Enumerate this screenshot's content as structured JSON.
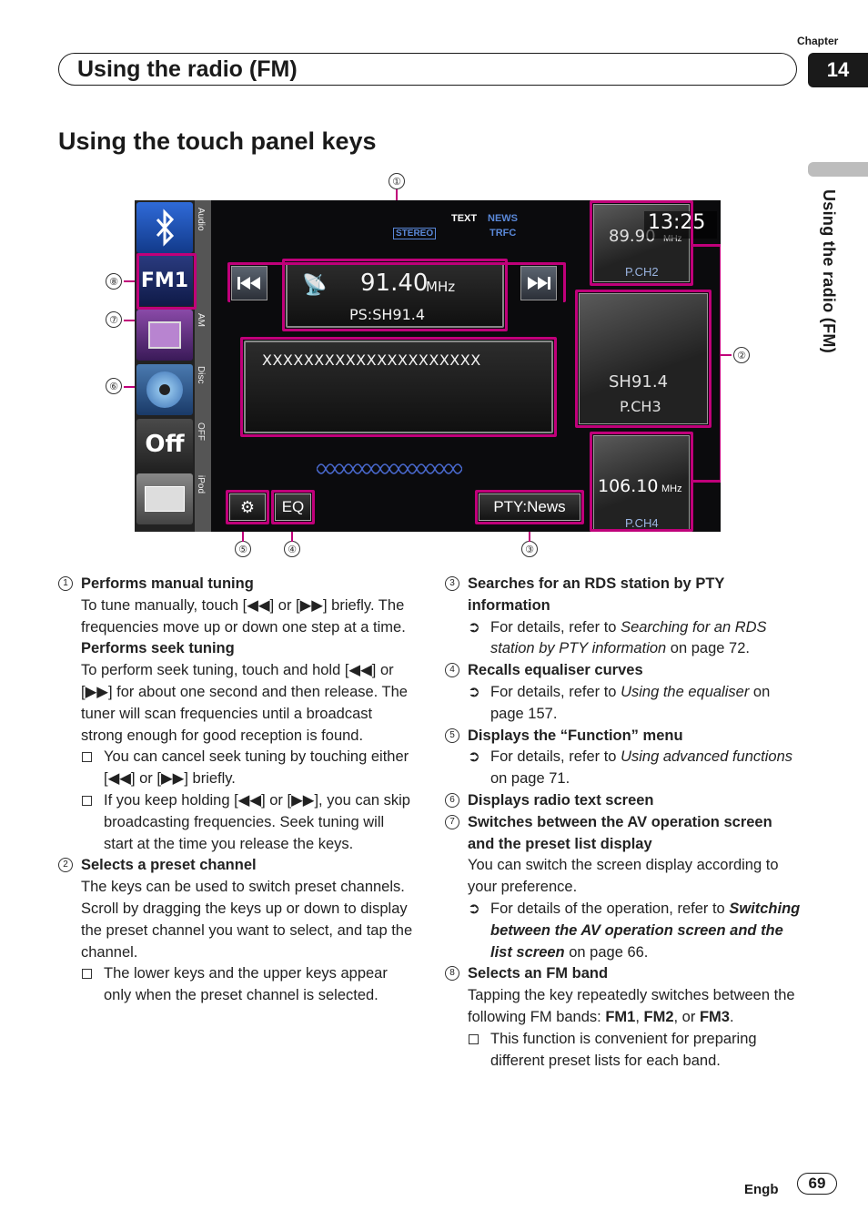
{
  "header": {
    "chapter_label": "Chapter",
    "chapter_number": "14",
    "section_title": "Using the radio (FM)",
    "side_tab_text": "Using the radio (FM)"
  },
  "page_title": "Using the touch panel keys",
  "callouts": [
    "①",
    "②",
    "③",
    "④",
    "⑤",
    "⑥",
    "⑦",
    "⑧"
  ],
  "screen": {
    "sources": [
      "Audio",
      "AM",
      "Disc",
      "OFF",
      "iPod"
    ],
    "fm_band": "FM1",
    "off_label": "Off",
    "stereo_label": "STEREO",
    "text_label": "TEXT",
    "news_label": "NEWS",
    "trfc_label": "TRFC",
    "frequency": "91.40",
    "freq_unit": "MHz",
    "ps_name": "PS:SH91.4",
    "radio_text": "XXXXXXXXXXXXXXXXXXXXX",
    "clock": "13:25",
    "eq_label": "EQ",
    "pty_label": "PTY:News",
    "presets": [
      {
        "freq": "89.90",
        "unit": "MHz",
        "ch": "P.CH2"
      },
      {
        "freq": "SH91.4",
        "unit": "",
        "ch": "P.CH3"
      },
      {
        "freq": "106.10",
        "unit": "MHz",
        "ch": "P.CH4"
      }
    ]
  },
  "left_column": {
    "item1_num": "1",
    "item1_head": "Performs manual tuning",
    "item1_text1": "To tune manually, touch [◀◀] or [▶▶] briefly. The frequencies move up or down one step at a time.",
    "item1_head2": "Performs seek tuning",
    "item1_text2": "To perform seek tuning, touch and hold [◀◀] or [▶▶] for about one second and then release. The tuner will scan frequencies until a broadcast strong enough for good reception is found.",
    "item1_note1": "You can cancel seek tuning by touching either [◀◀] or [▶▶] briefly.",
    "item1_note2": "If you keep holding [◀◀] or [▶▶], you can skip broadcasting frequencies. Seek tuning will start at the time you release the keys.",
    "item2_num": "2",
    "item2_head": "Selects a preset channel",
    "item2_text1": "The keys can be used to switch preset channels.",
    "item2_text2": "Scroll by dragging the keys up or down to display the preset channel you want to select, and tap the channel.",
    "item2_note": "The lower keys and the upper keys appear only when the preset channel is selected."
  },
  "right_column": {
    "item3_num": "3",
    "item3_head": "Searches for an RDS station by PTY information",
    "item3_pre": "For details, refer to ",
    "item3_link": "Searching for an RDS station by PTY information",
    "item3_post": " on page 72.",
    "item4_num": "4",
    "item4_head": "Recalls equaliser curves",
    "item4_pre": "For details, refer to ",
    "item4_link": "Using the equaliser",
    "item4_post": " on page 157.",
    "item5_num": "5",
    "item5_head": "Displays the “Function” menu",
    "item5_pre": "For details, refer to ",
    "item5_link": "Using advanced functions",
    "item5_post": " on page 71.",
    "item6_num": "6",
    "item6_head": "Displays radio text screen",
    "item7_num": "7",
    "item7_head": "Switches between the AV operation screen and the preset list display",
    "item7_text": "You can switch the screen display according to your preference.",
    "item7_pre": "For details of the operation, refer to ",
    "item7_link": "Switching between the AV operation screen and the list screen",
    "item7_post": " on page 66.",
    "item8_num": "8",
    "item8_head": "Selects an FM band",
    "item8_text_pre": "Tapping the key repeatedly switches between the following FM bands: ",
    "item8_b1": "FM1",
    "item8_sep1": ", ",
    "item8_b2": "FM2",
    "item8_sep2": ", or ",
    "item8_b3": "FM3",
    "item8_end": ".",
    "item8_note": "This function is convenient for preparing different preset lists for each band."
  },
  "footer": {
    "lang": "Engb",
    "page": "69"
  },
  "colors": {
    "callout_frame": "#c0007a",
    "screen_bg": "#0b0b0d",
    "text": "#222222"
  }
}
